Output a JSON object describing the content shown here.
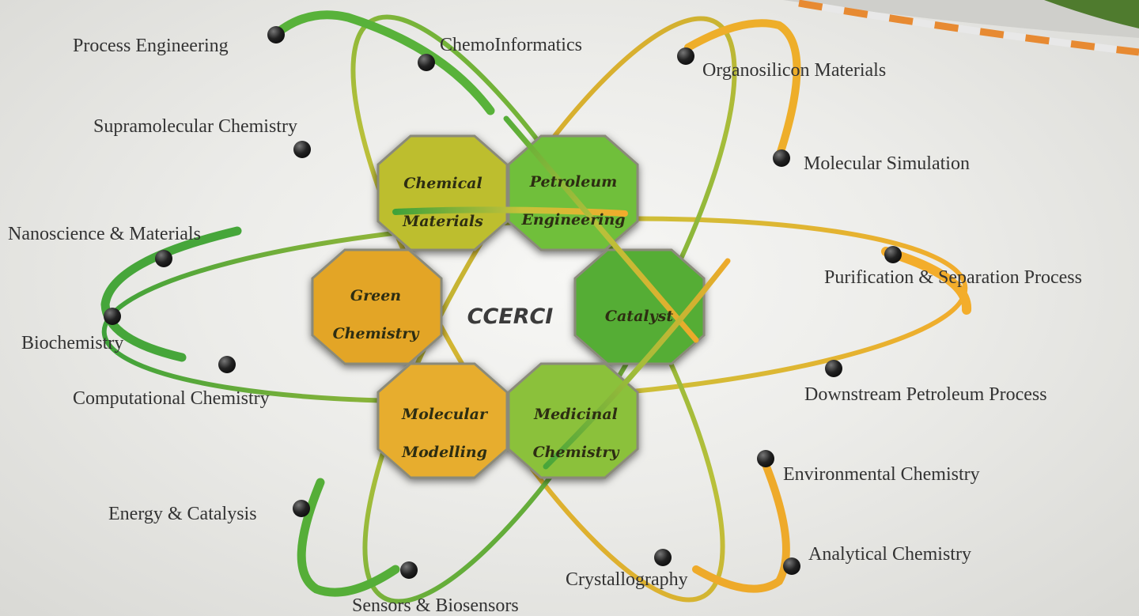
{
  "center": {
    "title": "CCERCI"
  },
  "hexagons": [
    {
      "line1": "Chemical",
      "line2": "Materials",
      "color": "#bdbe2e"
    },
    {
      "line1": "Petroleum",
      "line2": "Engineering",
      "color": "#6fbf3a"
    },
    {
      "line1": "Green",
      "line2": "Chemistry",
      "color": "#e3a526"
    },
    {
      "line1": "",
      "line2": "Catalyst",
      "color": "#55ad34"
    },
    {
      "line1": "Molecular",
      "line2": "Modelling",
      "color": "#e7ad2d"
    },
    {
      "line1": "Medicinal",
      "line2": "Chemistry",
      "color": "#8bc13a"
    }
  ],
  "topics": [
    "Process Engineering",
    "ChemoInformatics",
    "Organosilicon Materials",
    "Supramolecular Chemistry",
    "Molecular Simulation",
    "Nanoscience & Materials",
    "Purification & Separation Process",
    "Biochemistry",
    "Computational Chemistry",
    "Downstream Petroleum Process",
    "Environmental Chemistry",
    "Energy & Catalysis",
    "Analytical Chemistry",
    "Crystallography",
    "Sensors & Biosensors"
  ],
  "colors": {
    "green": "#4aa63a",
    "orange": "#eeaa2a",
    "dot": "#111111"
  }
}
